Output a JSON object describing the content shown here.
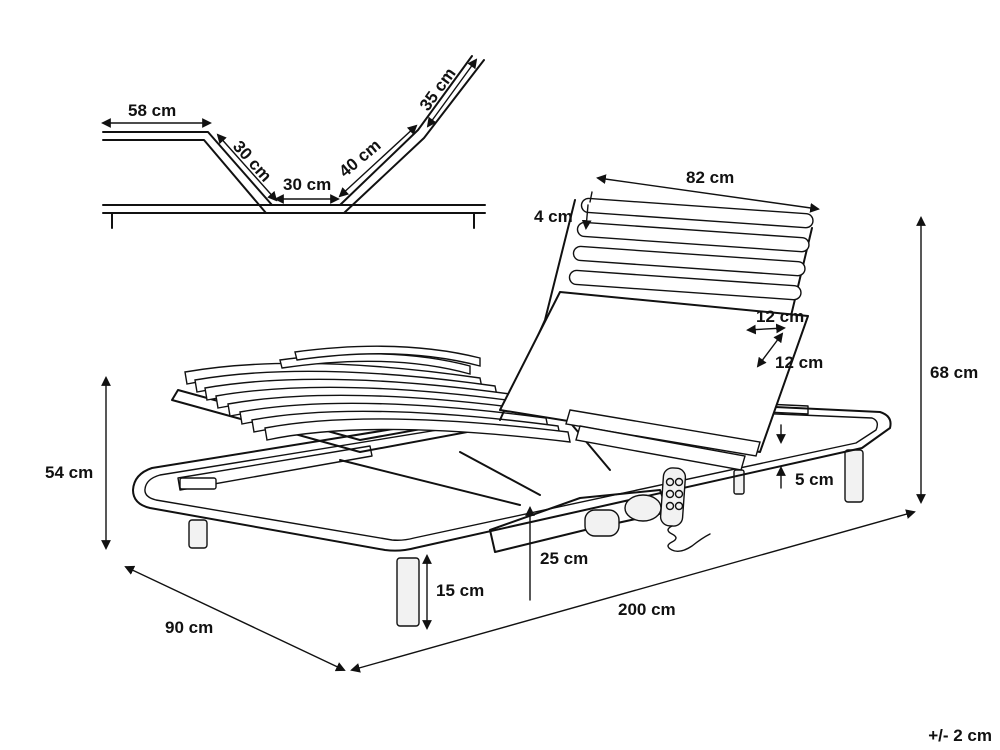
{
  "colors": {
    "line": "#111111",
    "background": "#ffffff"
  },
  "profile": {
    "seg_head": "58 cm",
    "seg_back_low": "30 cm",
    "seg_seat": "30 cm",
    "seg_thigh": "40 cm",
    "seg_foot": "35 cm"
  },
  "bed": {
    "headrest_width": "82 cm",
    "slat_thickness": "4 cm",
    "cushion_width": "12 cm",
    "cushion_depth": "12 cm",
    "total_height": "68 cm",
    "raised_height": "54 cm",
    "frame_clearance": "5 cm",
    "motor_height": "25 cm",
    "leg_height": "15 cm",
    "width": "90 cm",
    "length": "200 cm"
  },
  "tolerance": "+/- 2 cm"
}
